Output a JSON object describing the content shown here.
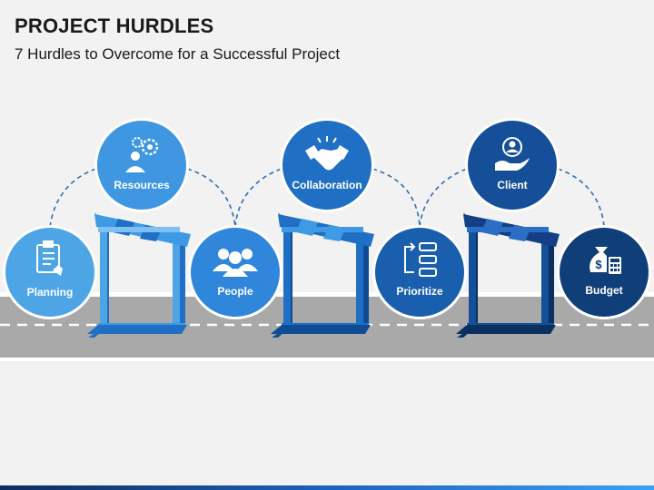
{
  "header": {
    "title": "PROJECT HURDLES",
    "subtitle": "7 Hurdles to Overcome for a Successful Project"
  },
  "nodes": [
    {
      "label": "Planning",
      "icon": "clipboard-checklist-icon",
      "color": "#4ea5e6"
    },
    {
      "label": "Resources",
      "icon": "person-gear-icon",
      "color": "#3f97e2"
    },
    {
      "label": "People",
      "icon": "group-people-icon",
      "color": "#2f86da"
    },
    {
      "label": "Collaboration",
      "icon": "handshake-icon",
      "color": "#1f6fc4"
    },
    {
      "label": "Prioritize",
      "icon": "priority-flow-icon",
      "color": "#1a5fae"
    },
    {
      "label": "Client",
      "icon": "hand-user-icon",
      "color": "#154f99"
    },
    {
      "label": "Budget",
      "icon": "money-bag-calculator-icon",
      "color": "#103e79"
    }
  ],
  "hurdles": [
    {
      "color": "#3f9ae6"
    },
    {
      "color": "#1f6fc4"
    },
    {
      "color": "#123f85"
    }
  ],
  "colors": {
    "road": "#a9a9a9",
    "road_line": "#ffffff",
    "connector": "#2a6fb0"
  }
}
